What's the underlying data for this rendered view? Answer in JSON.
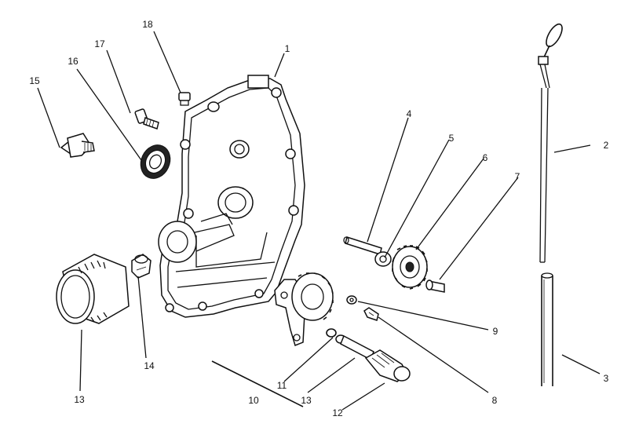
{
  "callouts": [
    {
      "id": "c1",
      "label": "1"
    },
    {
      "id": "c2",
      "label": "2"
    },
    {
      "id": "c3",
      "label": "3"
    },
    {
      "id": "c4",
      "label": "4"
    },
    {
      "id": "c5",
      "label": "5"
    },
    {
      "id": "c6",
      "label": "6"
    },
    {
      "id": "c7",
      "label": "7"
    },
    {
      "id": "c8",
      "label": "8"
    },
    {
      "id": "c9",
      "label": "9"
    },
    {
      "id": "c10",
      "label": "10"
    },
    {
      "id": "c11",
      "label": "11"
    },
    {
      "id": "c12",
      "label": "12"
    },
    {
      "id": "c13a",
      "label": "13"
    },
    {
      "id": "c13b",
      "label": "13"
    },
    {
      "id": "c14",
      "label": "14"
    },
    {
      "id": "c15",
      "label": "15"
    },
    {
      "id": "c16",
      "label": "16"
    },
    {
      "id": "c17",
      "label": "17"
    },
    {
      "id": "c18",
      "label": "18"
    }
  ]
}
